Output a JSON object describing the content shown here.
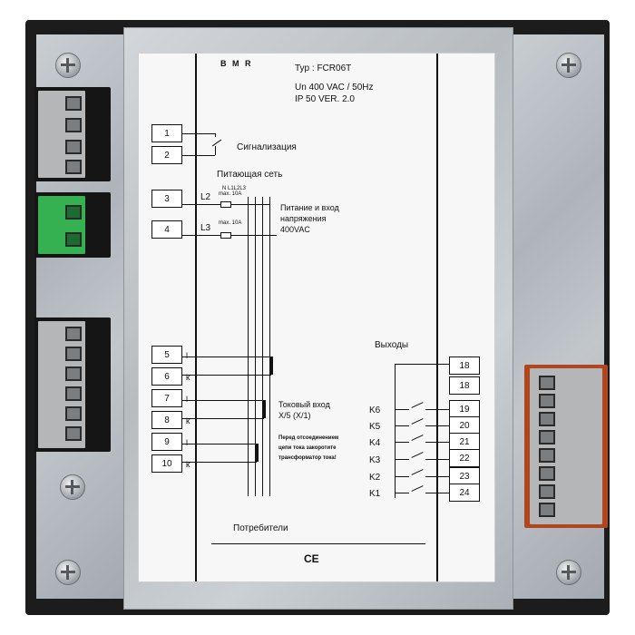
{
  "label": {
    "brand": "B M R",
    "type_line": "Typ : FCR06T",
    "rating_line": "Un 400 VAC / 50Hz",
    "ip_line": "IP 50   VER. 2.0",
    "alarm_label": "Сигнализация",
    "supply_label": "Питающая сеть",
    "bus_labels": "N L1L2L3",
    "l2_label": "L2",
    "l3_label": "L3",
    "fuse_label_1": "max. 10A",
    "fuse_label_2": "max. 10A",
    "power_label_1": "Питание и вход",
    "power_label_2": "напряжения",
    "power_label_3": "400VAC",
    "outputs_label": "Выходы",
    "current_label_1": "Токовый вход",
    "current_label_2": "X/5 (X/1)",
    "warning_1": "Перед отсоединением",
    "warning_2": "цепи тока закоротите",
    "warning_3": "трансформатор тока!",
    "consumers_label": "Потребители",
    "ce_mark": "CE",
    "left_terminals": [
      "1",
      "2",
      "3",
      "4",
      "5",
      "6",
      "7",
      "8",
      "9",
      "10"
    ],
    "ct_markers": [
      "l",
      "k",
      "l",
      "k",
      "l",
      "k"
    ],
    "right_terminals": [
      "18",
      "18",
      "19",
      "20",
      "21",
      "22",
      "23",
      "24"
    ],
    "relay_labels": [
      "K6",
      "K5",
      "K4",
      "K3",
      "K2",
      "K1"
    ]
  },
  "colors": {
    "plate": "#c2c7cc",
    "terminal_gray": "#b4b6b8",
    "terminal_green": "#35b152",
    "housing": "#1c1c1c"
  }
}
